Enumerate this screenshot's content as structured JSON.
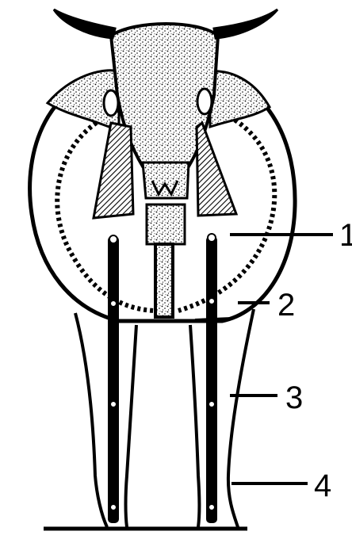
{
  "colors": {
    "ink": "#000000",
    "paper": "#ffffff"
  },
  "callouts": [
    {
      "label": "1"
    },
    {
      "label": "2"
    },
    {
      "label": "3"
    },
    {
      "label": "4"
    }
  ]
}
